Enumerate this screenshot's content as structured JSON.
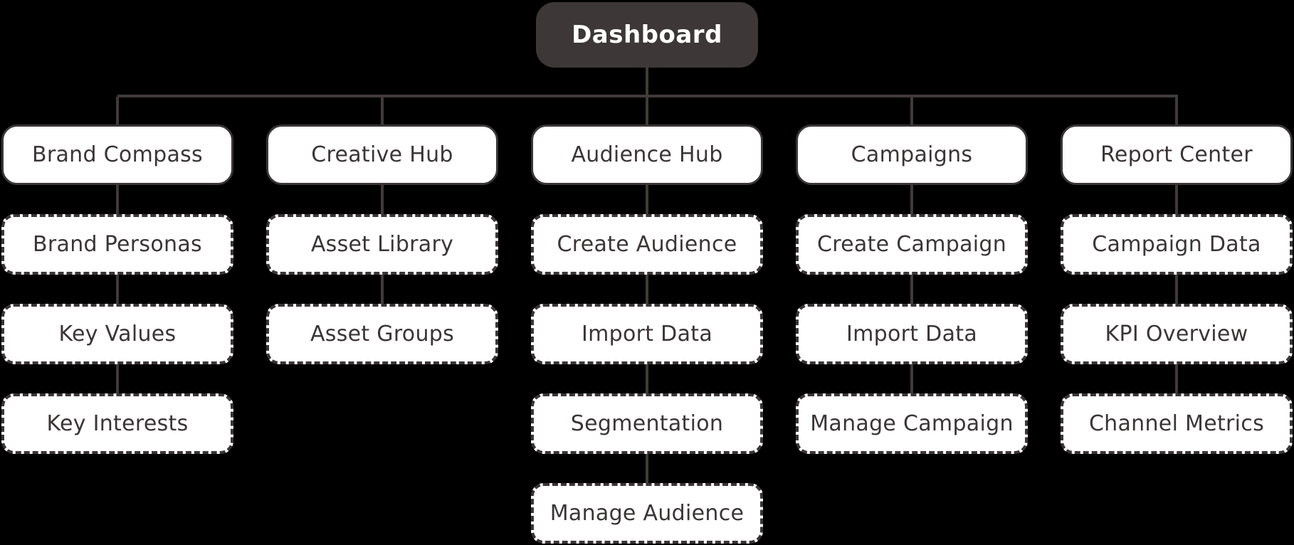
{
  "diagram": {
    "root": {
      "label": "Dashboard"
    },
    "columns": [
      {
        "header": {
          "label": "Brand Compass"
        },
        "children": [
          {
            "label": "Brand Personas"
          },
          {
            "label": "Key Values"
          },
          {
            "label": "Key Interests"
          }
        ]
      },
      {
        "header": {
          "label": "Creative Hub"
        },
        "children": [
          {
            "label": "Asset Library"
          },
          {
            "label": "Asset Groups"
          }
        ]
      },
      {
        "header": {
          "label": "Audience Hub"
        },
        "children": [
          {
            "label": "Create Audience"
          },
          {
            "label": "Import Data"
          },
          {
            "label": "Segmentation"
          },
          {
            "label": "Manage Audience"
          }
        ]
      },
      {
        "header": {
          "label": "Campaigns"
        },
        "children": [
          {
            "label": "Create Campaign"
          },
          {
            "label": "Import Data"
          },
          {
            "label": "Manage Campaign"
          }
        ]
      },
      {
        "header": {
          "label": "Report Center"
        },
        "children": [
          {
            "label": "Campaign Data"
          },
          {
            "label": "KPI Overview"
          },
          {
            "label": "Channel Metrics"
          }
        ]
      }
    ]
  },
  "colors": {
    "background": "#000000",
    "root_fill": "#3d3737",
    "root_text": "#ffffff",
    "node_fill": "#ffffff",
    "node_text": "#3b3536",
    "node_border": "#3b3536",
    "connector": "#403a39"
  }
}
